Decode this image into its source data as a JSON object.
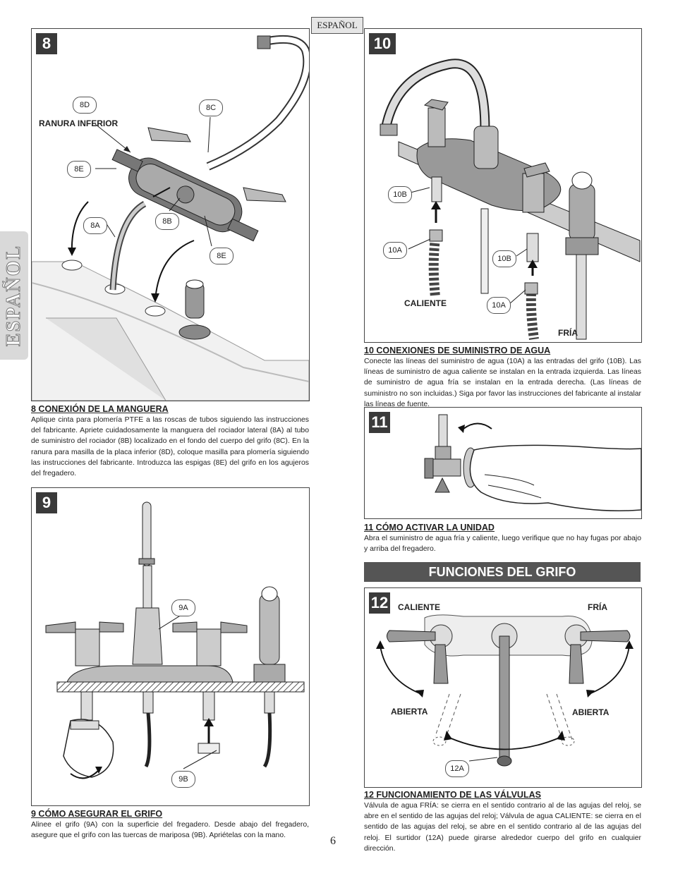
{
  "header": {
    "language_tag": "ESPAÑOL"
  },
  "side_tab": {
    "label": "ESPAÑOL"
  },
  "page_number": "6",
  "section": {
    "title": "FUNCIONES DEL GRIFO"
  },
  "step8": {
    "number": "8",
    "title": "8  CONEXIÓN DE LA MANGUERA",
    "text": "Aplique cinta para plomería PTFE a las roscas de tubos siguiendo las instrucciones del fabricante. Apriete cuidadosamente la manguera del rociador lateral (8A) al tubo de suministro del rociador (8B) localizado en el fondo del cuerpo del grifo (8C). En la ranura para masilla de la placa inferior (8D), coloque masilla para plomería siguiendo las instrucciones del fabricante. Introduzca las espigas (8E) del grifo en los agujeros del fregadero.",
    "callouts": {
      "d": "8D",
      "c": "8C",
      "e1": "8E",
      "a": "8A",
      "b": "8B",
      "e2": "8E"
    },
    "label_groove": "RANURA INFERIOR"
  },
  "step9": {
    "number": "9",
    "title": "9  CÓMO ASEGURAR EL GRIFO",
    "text": "Alinee el grifo (9A) con la superficie del fregadero. Desde abajo del fregadero, asegure que el grifo con las tuercas de mariposa (9B).  Apriételas con la mano.",
    "callouts": {
      "a": "9A",
      "b": "9B"
    }
  },
  "step10": {
    "number": "10",
    "title": "10  CONEXIONES DE SUMINISTRO DE AGUA",
    "text": "Conecte las líneas del suministro de agua (10A) a las entradas del grifo (10B).  Las líneas de suministro de agua caliente se instalan en la entrada izquierda. Las líneas de suministro de agua fría se instalan en la entrada derecha. (Las líneas de suministro no son incluidas.) Siga por favor las instrucciones del fabricante al instalar las líneas de fuente.",
    "callouts": {
      "b1": "10B",
      "a1": "10A",
      "b2": "10B",
      "a2": "10A"
    },
    "label_hot": "CALIENTE",
    "label_cold": "FRÍA"
  },
  "step11": {
    "number": "11",
    "title": "11  CÓMO ACTIVAR LA UNIDAD",
    "text": "Abra el suministro de agua fría y caliente, luego verifique que no hay fugas por abajo y arriba del fregadero."
  },
  "step12": {
    "number": "12",
    "title": "12  FUNCIONAMIENTO DE LAS VÁLVULAS",
    "text": "Válvula de agua FRÍA: se cierra en el sentido contrario al de las agujas del reloj, se abre en el sentido de las agujas del reloj; Válvula de agua CALIENTE: se cierra en el sentido de las agujas del reloj, se abre en el sentido contrario al de las agujas del reloj. El surtidor (12A) puede girarse alrededor cuerpo del grifo en cualquier dirección.",
    "callouts": {
      "a": "12A"
    },
    "label_hot": "CALIENTE",
    "label_cold": "FRÍA",
    "label_open_left": "ABIERTA",
    "label_open_right": "ABIERTA"
  }
}
